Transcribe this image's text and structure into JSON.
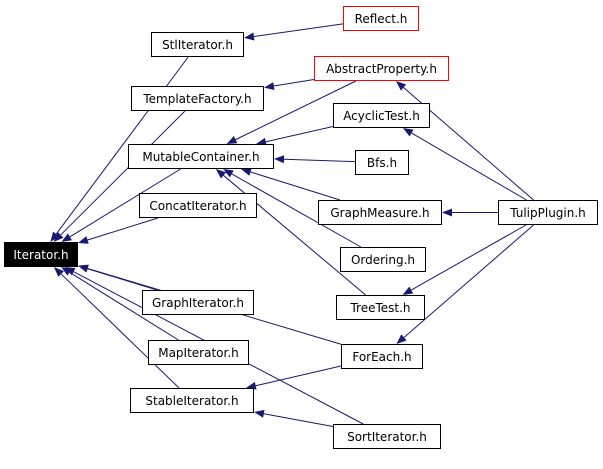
{
  "colors": {
    "edge": "#191970",
    "node_border": "#000000",
    "external_border": "#ff0000",
    "selected_fill": "#000000",
    "selected_text": "#ffffff"
  },
  "nodes": {
    "iterator": "Iterator.h",
    "stliterator": "StlIterator.h",
    "reflect": "Reflect.h",
    "templatefactory": "TemplateFactory.h",
    "abstractproperty": "AbstractProperty.h",
    "mutablecontainer": "MutableContainer.h",
    "acyclictest": "AcyclicTest.h",
    "bfs": "Bfs.h",
    "concatiterator": "ConcatIterator.h",
    "graphmeasure": "GraphMeasure.h",
    "tulipplugin": "TulipPlugin.h",
    "ordering": "Ordering.h",
    "graphiterator": "GraphIterator.h",
    "treetest": "TreeTest.h",
    "mapiterator": "MapIterator.h",
    "foreach": "ForEach.h",
    "stableiterator": "StableIterator.h",
    "sortiterator": "SortIterator.h"
  },
  "edges": [
    {
      "from": "reflect",
      "to": "stliterator"
    },
    {
      "from": "stliterator",
      "to": "iterator"
    },
    {
      "from": "abstractproperty",
      "to": "templatefactory"
    },
    {
      "from": "templatefactory",
      "to": "iterator"
    },
    {
      "from": "abstractproperty",
      "to": "mutablecontainer"
    },
    {
      "from": "acyclictest",
      "to": "mutablecontainer"
    },
    {
      "from": "bfs",
      "to": "mutablecontainer"
    },
    {
      "from": "graphmeasure",
      "to": "mutablecontainer"
    },
    {
      "from": "ordering",
      "to": "mutablecontainer"
    },
    {
      "from": "treetest",
      "to": "mutablecontainer"
    },
    {
      "from": "mutablecontainer",
      "to": "iterator"
    },
    {
      "from": "concatiterator",
      "to": "iterator"
    },
    {
      "from": "tulipplugin",
      "to": "abstractproperty"
    },
    {
      "from": "tulipplugin",
      "to": "acyclictest"
    },
    {
      "from": "tulipplugin",
      "to": "graphmeasure"
    },
    {
      "from": "tulipplugin",
      "to": "treetest"
    },
    {
      "from": "tulipplugin",
      "to": "foreach"
    },
    {
      "from": "foreach",
      "to": "iterator"
    },
    {
      "from": "graphiterator",
      "to": "iterator"
    },
    {
      "from": "mapiterator",
      "to": "iterator"
    },
    {
      "from": "stableiterator",
      "to": "iterator"
    },
    {
      "from": "foreach",
      "to": "stableiterator"
    },
    {
      "from": "sortiterator",
      "to": "stableiterator"
    },
    {
      "from": "sortiterator",
      "to": "iterator"
    }
  ]
}
